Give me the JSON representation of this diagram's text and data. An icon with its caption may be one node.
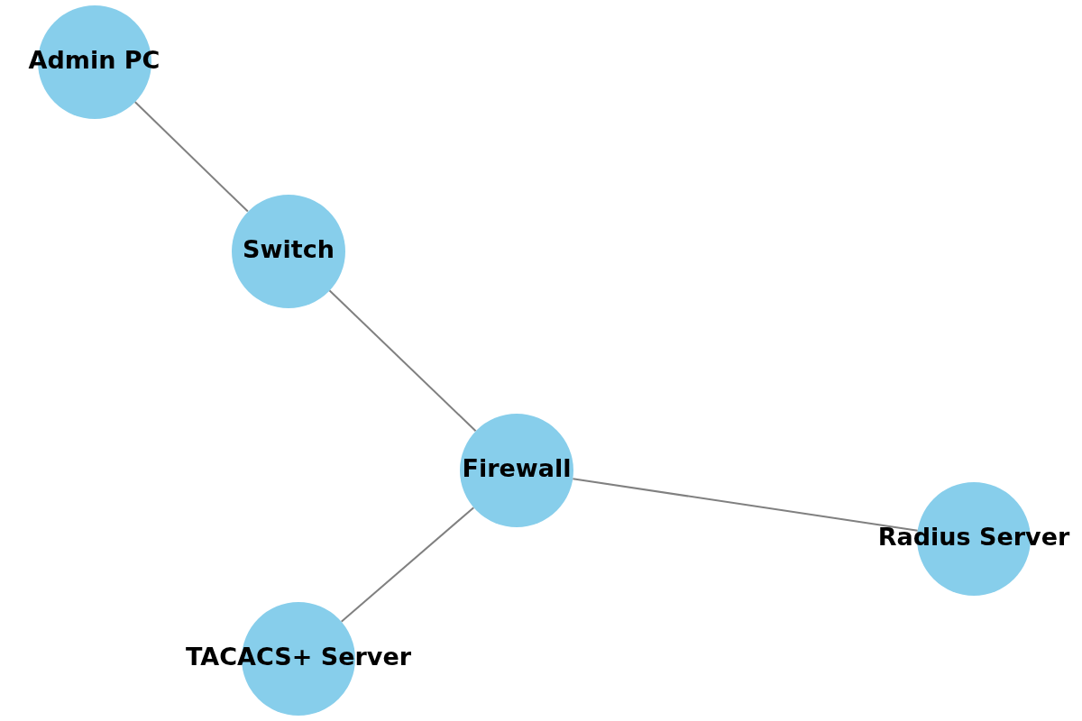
{
  "diagram": {
    "nodes": [
      {
        "text": [
          "Admin PC"
        ]
      },
      {
        "text": [
          "Switch"
        ]
      },
      {
        "text": [
          "Firewall"
        ]
      },
      {
        "text": [
          "Radius Server"
        ]
      },
      {
        "text": [
          "TACACS+ Server"
        ]
      }
    ],
    "edges": [
      {
        "from": 0,
        "to": 1,
        "arrow": "none"
      },
      {
        "from": 1,
        "to": 2,
        "arrow": "none"
      },
      {
        "from": 2,
        "to": 3,
        "arrow": "none"
      },
      {
        "from": 2,
        "to": 4,
        "arrow": "none"
      }
    ]
  }
}
